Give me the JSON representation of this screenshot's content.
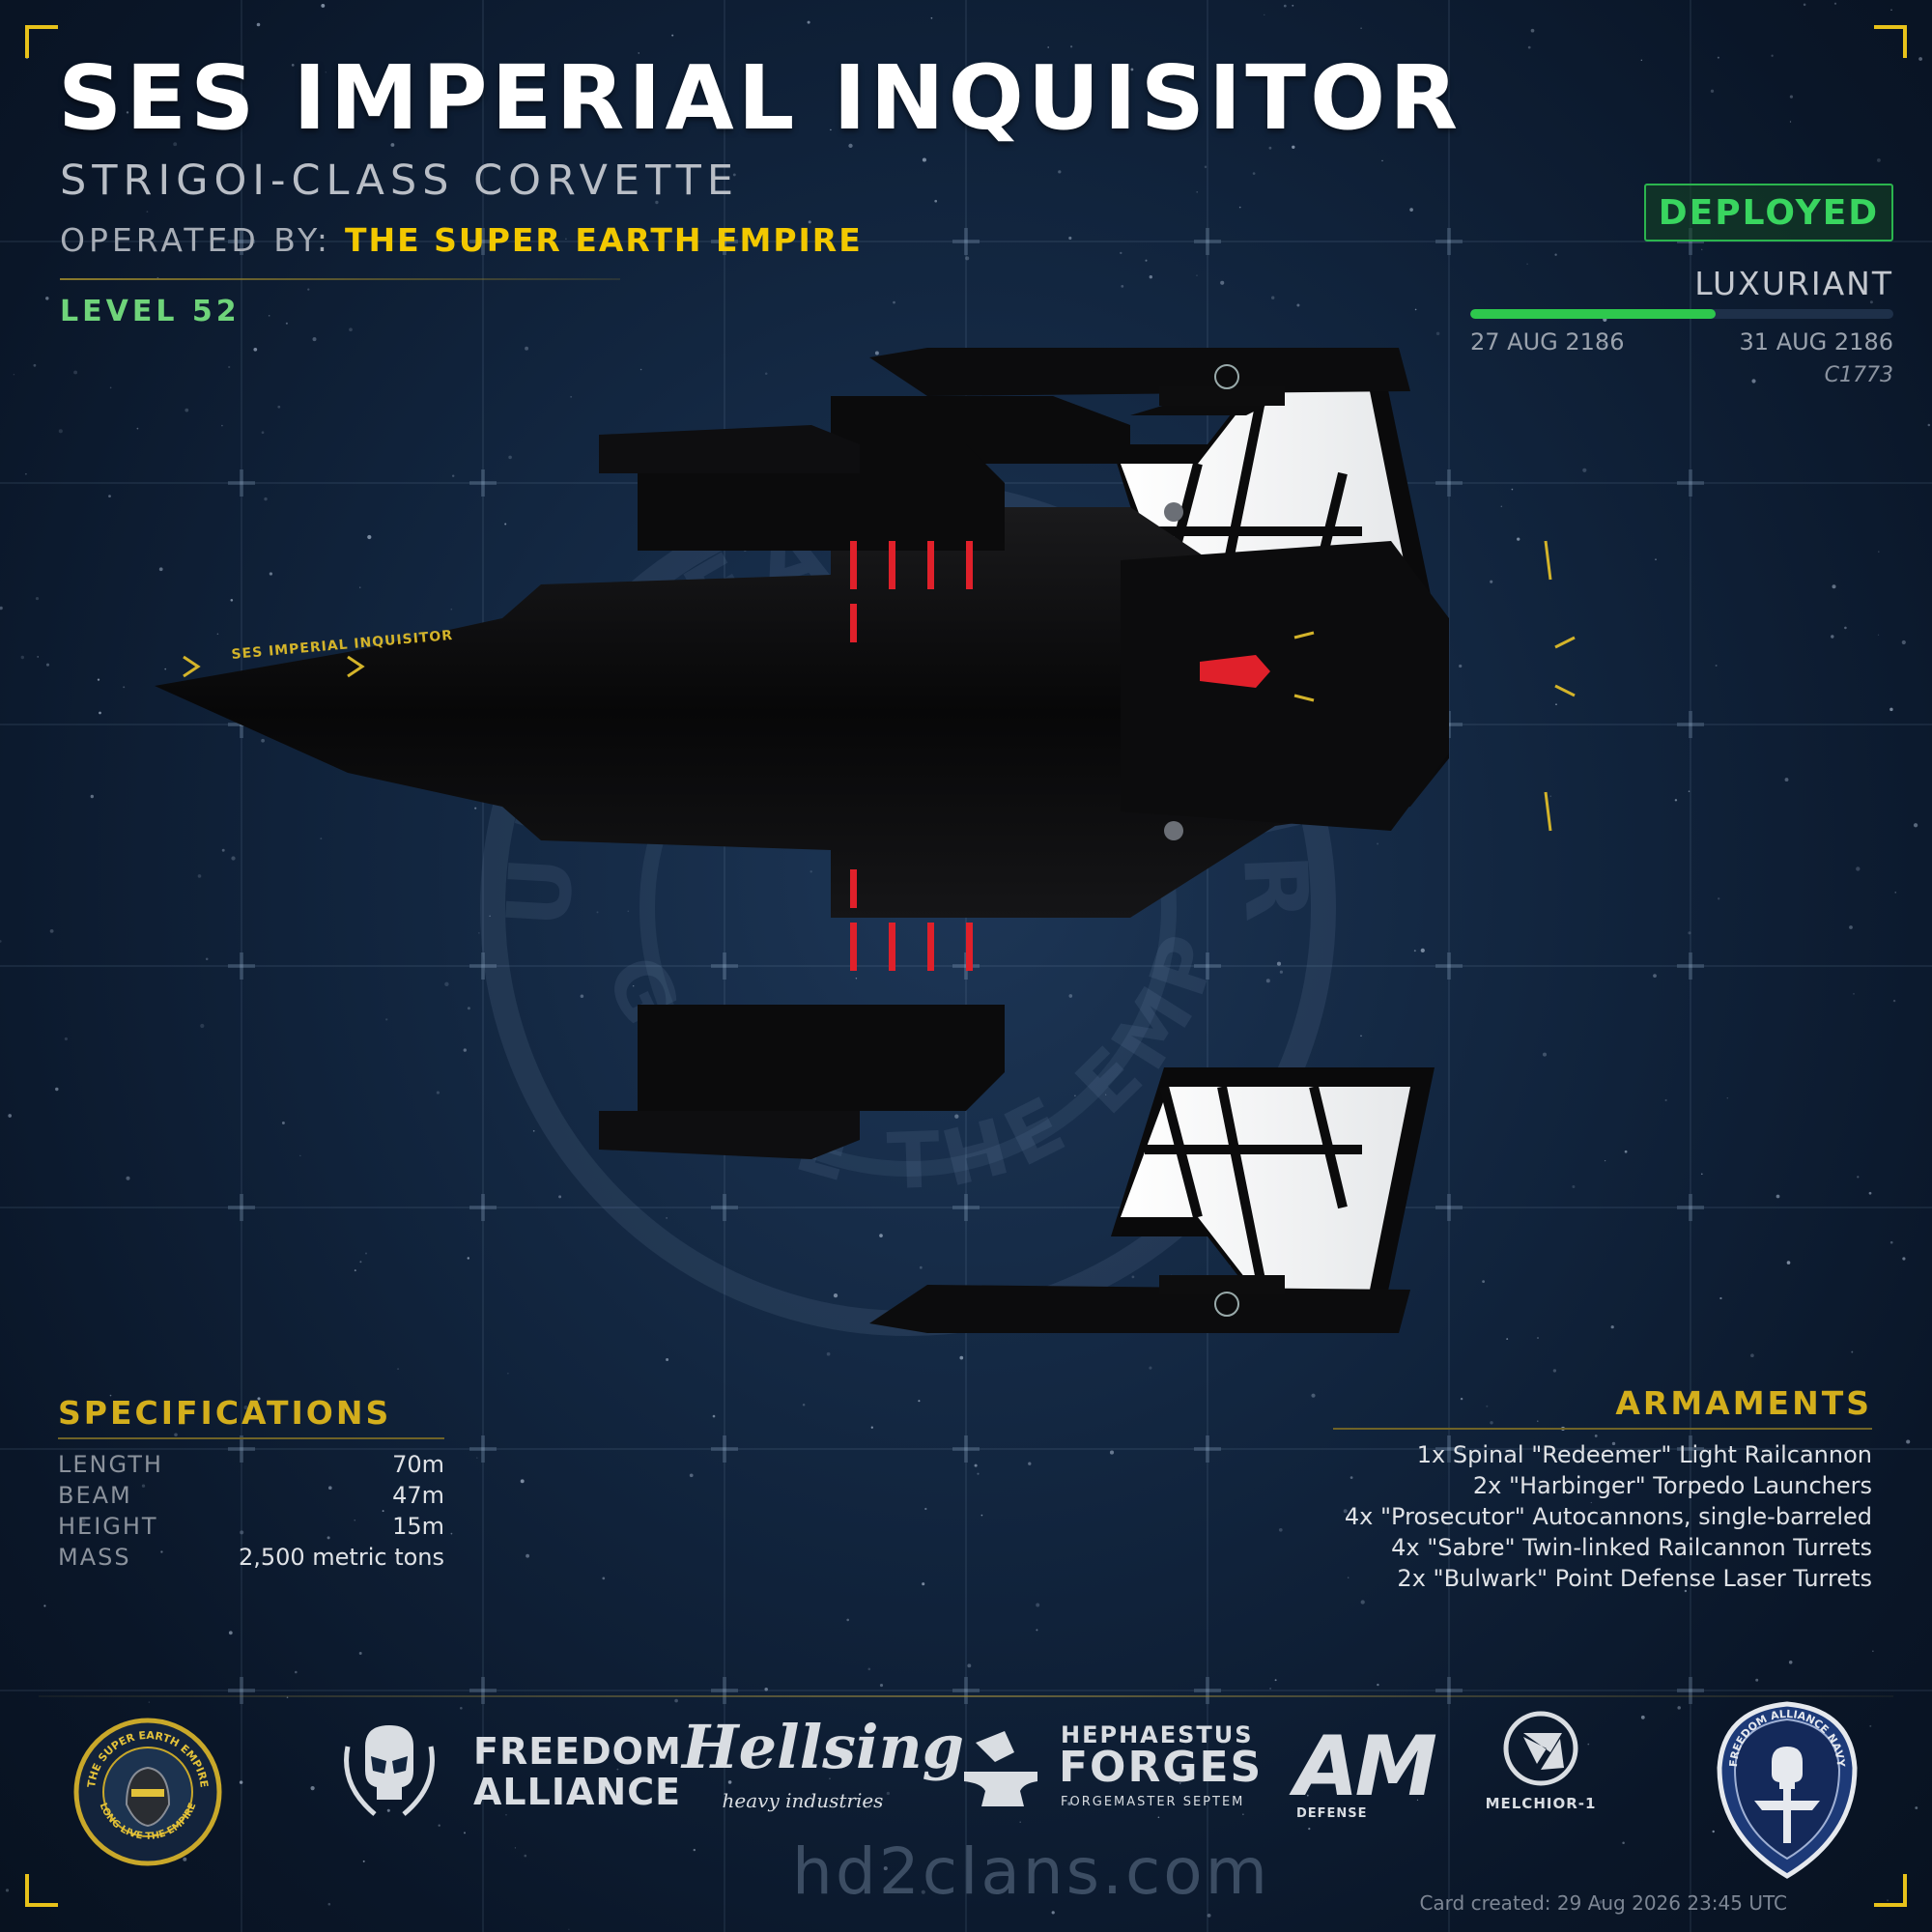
{
  "header": {
    "ship_name": "SES IMPERIAL INQUISITOR",
    "ship_class": "STRIGOI-CLASS CORVETTE",
    "operated_by_label": "OPERATED BY:",
    "operator": "THE SUPER EARTH EMPIRE",
    "level": "LEVEL 52"
  },
  "deployment": {
    "status": "DEPLOYED",
    "location": "LUXURIANT",
    "start_date": "27 AUG 2186",
    "end_date": "31 AUG 2186",
    "code": "C1773",
    "progress": 0.58
  },
  "ship_hull_text": "SES IMPERIAL INQUISITOR",
  "watermark": {
    "top_text": "SUPER EARTH EMPIRE",
    "bottom_text": "LONG LIVE THE EMPIRE"
  },
  "specifications": {
    "title": "SPECIFICATIONS",
    "rows": [
      {
        "label": "LENGTH",
        "value": "70m"
      },
      {
        "label": "BEAM",
        "value": "47m"
      },
      {
        "label": "HEIGHT",
        "value": "15m"
      },
      {
        "label": "MASS",
        "value": "2,500 metric tons"
      }
    ]
  },
  "armaments": {
    "title": "ARMAMENTS",
    "items": [
      "1x Spinal \"Redeemer\" Light Railcannon",
      "2x \"Harbinger\" Torpedo Launchers",
      "4x \"Prosecutor\" Autocannons, single-barreled",
      "4x \"Sabre\" Twin-linked Railcannon Turrets",
      "2x \"Bulwark\" Point Defense Laser Turrets"
    ]
  },
  "footer": {
    "emblem_top": "THE SUPER EARTH EMPIRE",
    "emblem_bottom": "LONG LIVE THE EMPIRE",
    "freedom_alliance_line1": "FREEDOM",
    "freedom_alliance_line2": "ALLIANCE",
    "hellsing_name": "Hellsing",
    "hellsing_sub": "heavy industries",
    "hephaestus_line1": "HEPHAESTUS",
    "hephaestus_line2": "FORGES",
    "hephaestus_sub": "FORGEMASTER SEPTEM",
    "am_letters": "AM",
    "am_sub": "DEFENSE",
    "melchior_name": "MELCHIOR-1",
    "navy_badge_text": "FREEDOM ALLIANCE NAVY",
    "site": "hd2clans.com",
    "created": "Card created: 29 Aug 2026 23:45 UTC"
  },
  "colors": {
    "accent_yellow": "#f2c800",
    "status_green": "#39d55f",
    "level_green": "#6fd47a",
    "background": "#11243d",
    "hull_red": "#e0202a"
  },
  "icons": [
    "skull-icon",
    "laurel-icon",
    "anvil-icon",
    "melchior-triangle-icon",
    "eagle-helmet-icon"
  ]
}
